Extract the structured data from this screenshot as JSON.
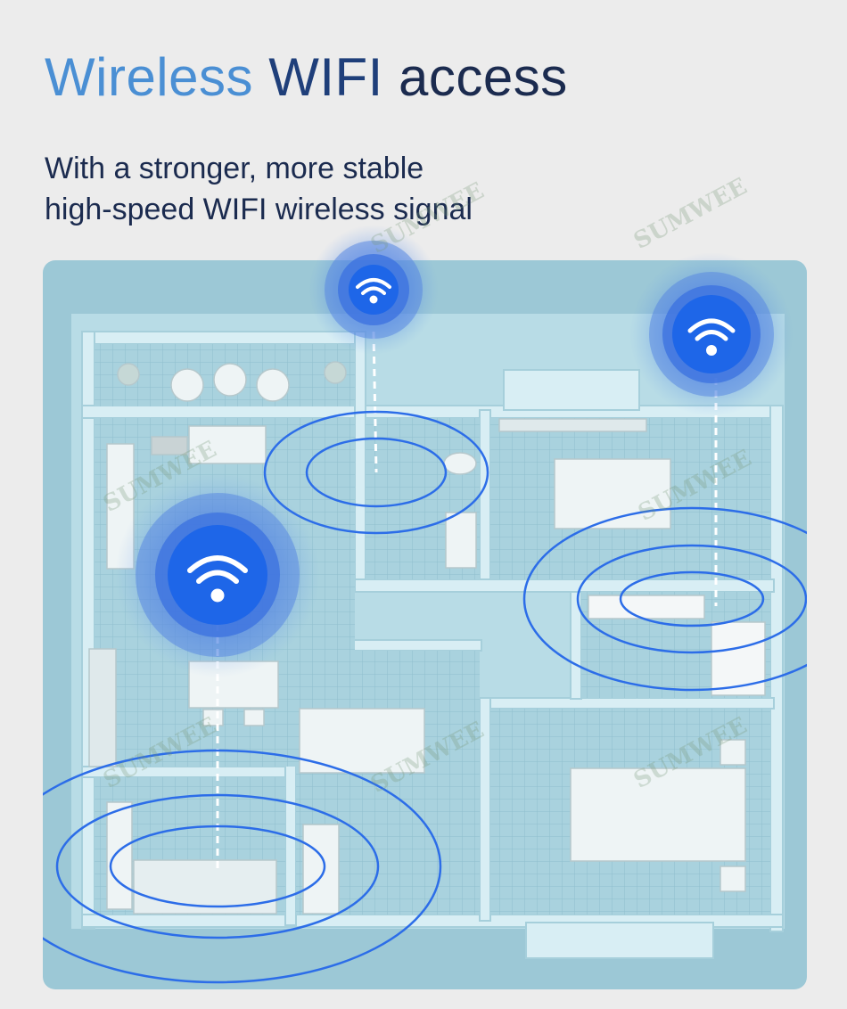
{
  "header": {
    "title_part1": "Wireless ",
    "title_part2": "WIFI ",
    "title_part3": "access",
    "subtitle_line1": "With a stronger, more stable",
    "subtitle_line2": "high-speed WIFI wireless signal"
  },
  "watermark": {
    "text": "SUMWEE"
  },
  "colors": {
    "title_light": "#4a8fd4",
    "title_dark": "#1b2b4f",
    "signal_blue": "#1e66e8",
    "floor_blue": "#9cc8d6"
  },
  "icons": [
    "wifi-icon",
    "bed-icon",
    "sofa-icon",
    "chair-icon",
    "plant-icon"
  ]
}
